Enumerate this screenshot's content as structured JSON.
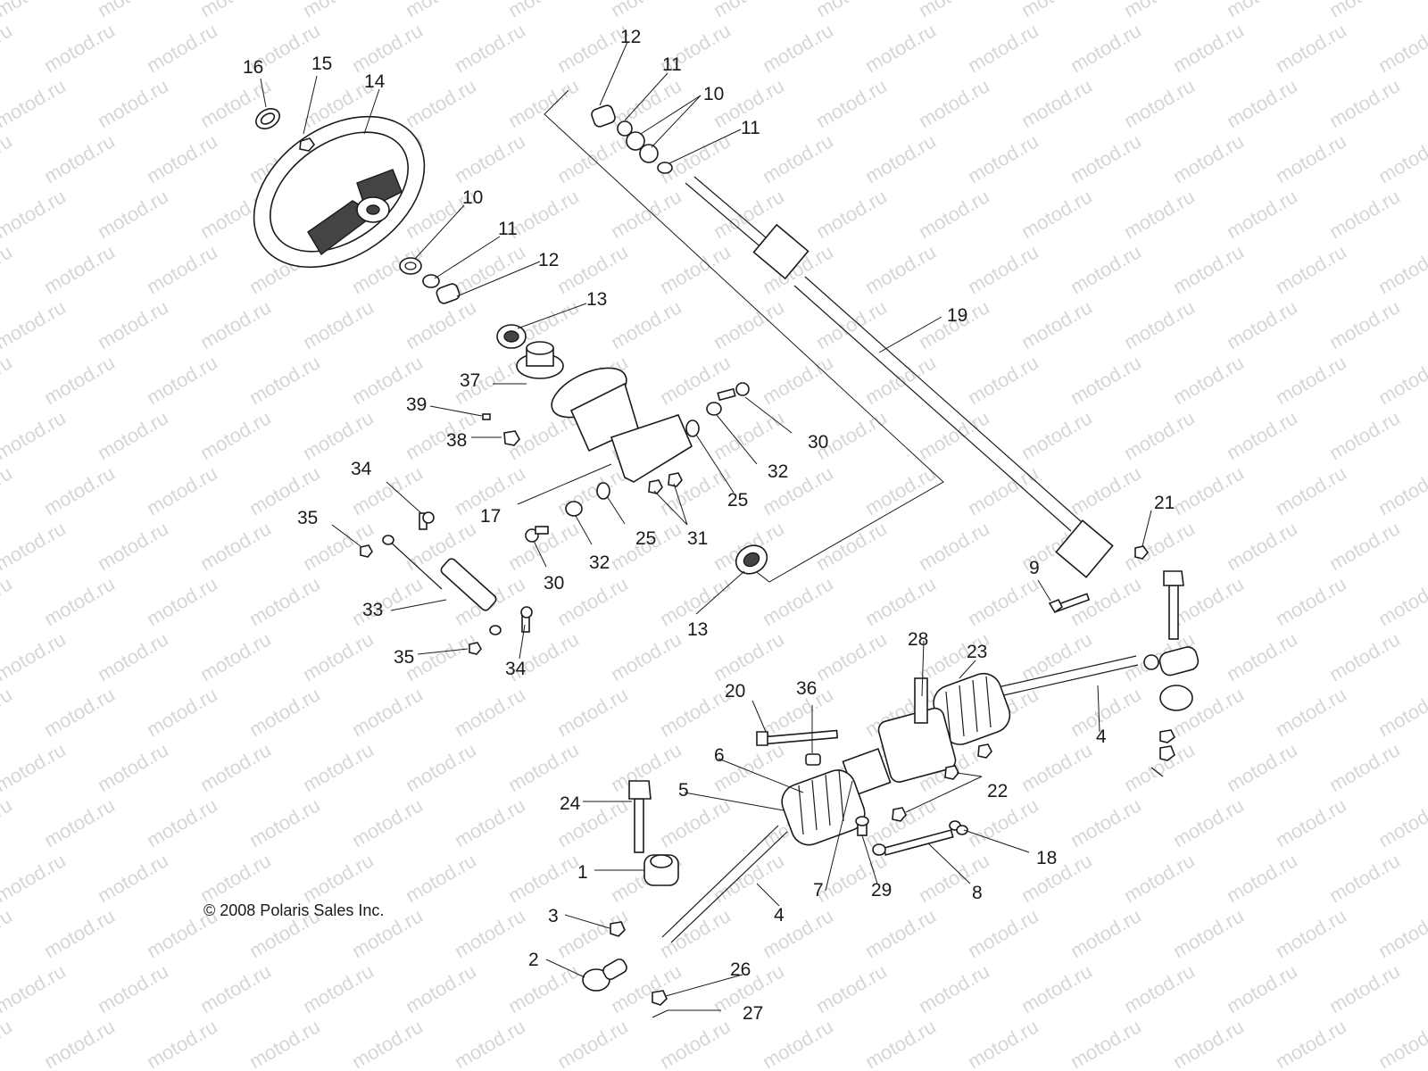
{
  "watermark_text": "motod.ru",
  "copyright": "© 2008 Polaris Sales Inc.",
  "callouts": {
    "c1": "1",
    "c2": "2",
    "c3": "3",
    "c4a": "4",
    "c4b": "4",
    "c5": "5",
    "c6": "6",
    "c7": "7",
    "c8": "8",
    "c9": "9",
    "c10a": "10",
    "c10b": "10",
    "c11a": "11",
    "c11b": "11",
    "c11c": "11",
    "c12a": "12",
    "c12b": "12",
    "c13a": "13",
    "c13b": "13",
    "c14": "14",
    "c15": "15",
    "c16": "16",
    "c17": "17",
    "c18": "18",
    "c19": "19",
    "c20": "20",
    "c21": "21",
    "c22": "22",
    "c23": "23",
    "c24": "24",
    "c25a": "25",
    "c25b": "25",
    "c26": "26",
    "c27": "27",
    "c28": "28",
    "c29": "29",
    "c30a": "30",
    "c30b": "30",
    "c31": "31",
    "c32a": "32",
    "c32b": "32",
    "c33": "33",
    "c34a": "34",
    "c34b": "34",
    "c35a": "35",
    "c35b": "35",
    "c36": "36",
    "c37": "37",
    "c38": "38",
    "c39": "39"
  }
}
